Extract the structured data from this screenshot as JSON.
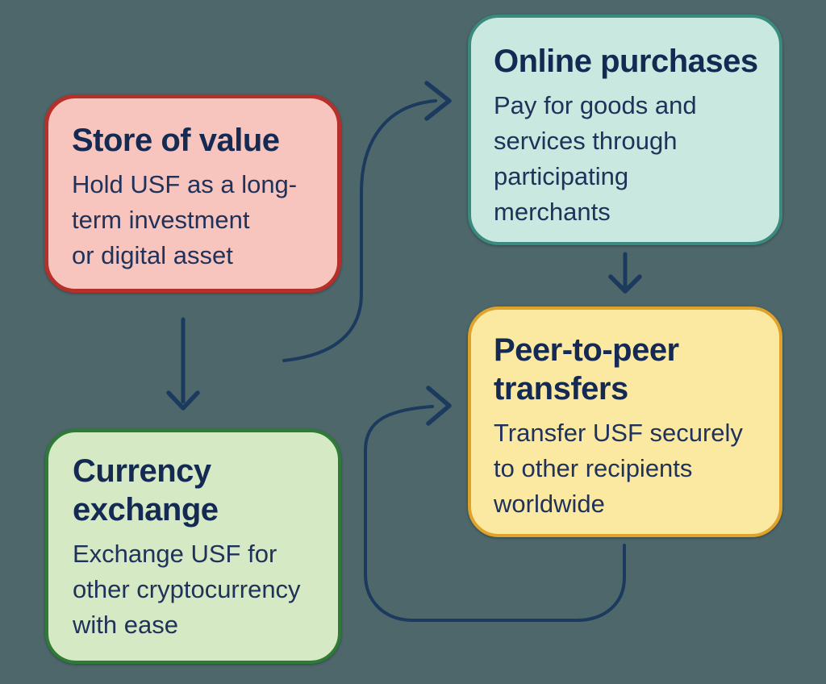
{
  "diagram": {
    "background_color": "#4d676b",
    "arrow_color": "#1b3a5e",
    "text_color": "#152a52",
    "nodes": {
      "store_of_value": {
        "title": "Store of value",
        "body": "Hold USF as a long-\nterm investment\nor digital asset",
        "fill": "#f7c5bd",
        "border": "#b5302a"
      },
      "online_purchases": {
        "title": "Online purchases",
        "body": "Pay for goods and\nservices through\nparticipating\nmerchants",
        "fill": "#c9e9e0",
        "border": "#3a8a7d"
      },
      "peer_to_peer_transfers": {
        "title": "Peer-to-peer\ntransfers",
        "body": "Transfer USF securely\nto other recipients\nworldwide",
        "fill": "#fbe9a1",
        "border": "#dfa22b"
      },
      "currency_exchange": {
        "title": "Currency\nexchange",
        "body": "Exchange USF for\nother cryptocurrency\nwith ease",
        "fill": "#d5e9c5",
        "border": "#2e7b36"
      }
    },
    "arrows": [
      {
        "name": "store-to-online-curve"
      },
      {
        "name": "store-to-exchange-down"
      },
      {
        "name": "online-to-p2p-down"
      },
      {
        "name": "p2p-bottom-loop"
      }
    ]
  }
}
